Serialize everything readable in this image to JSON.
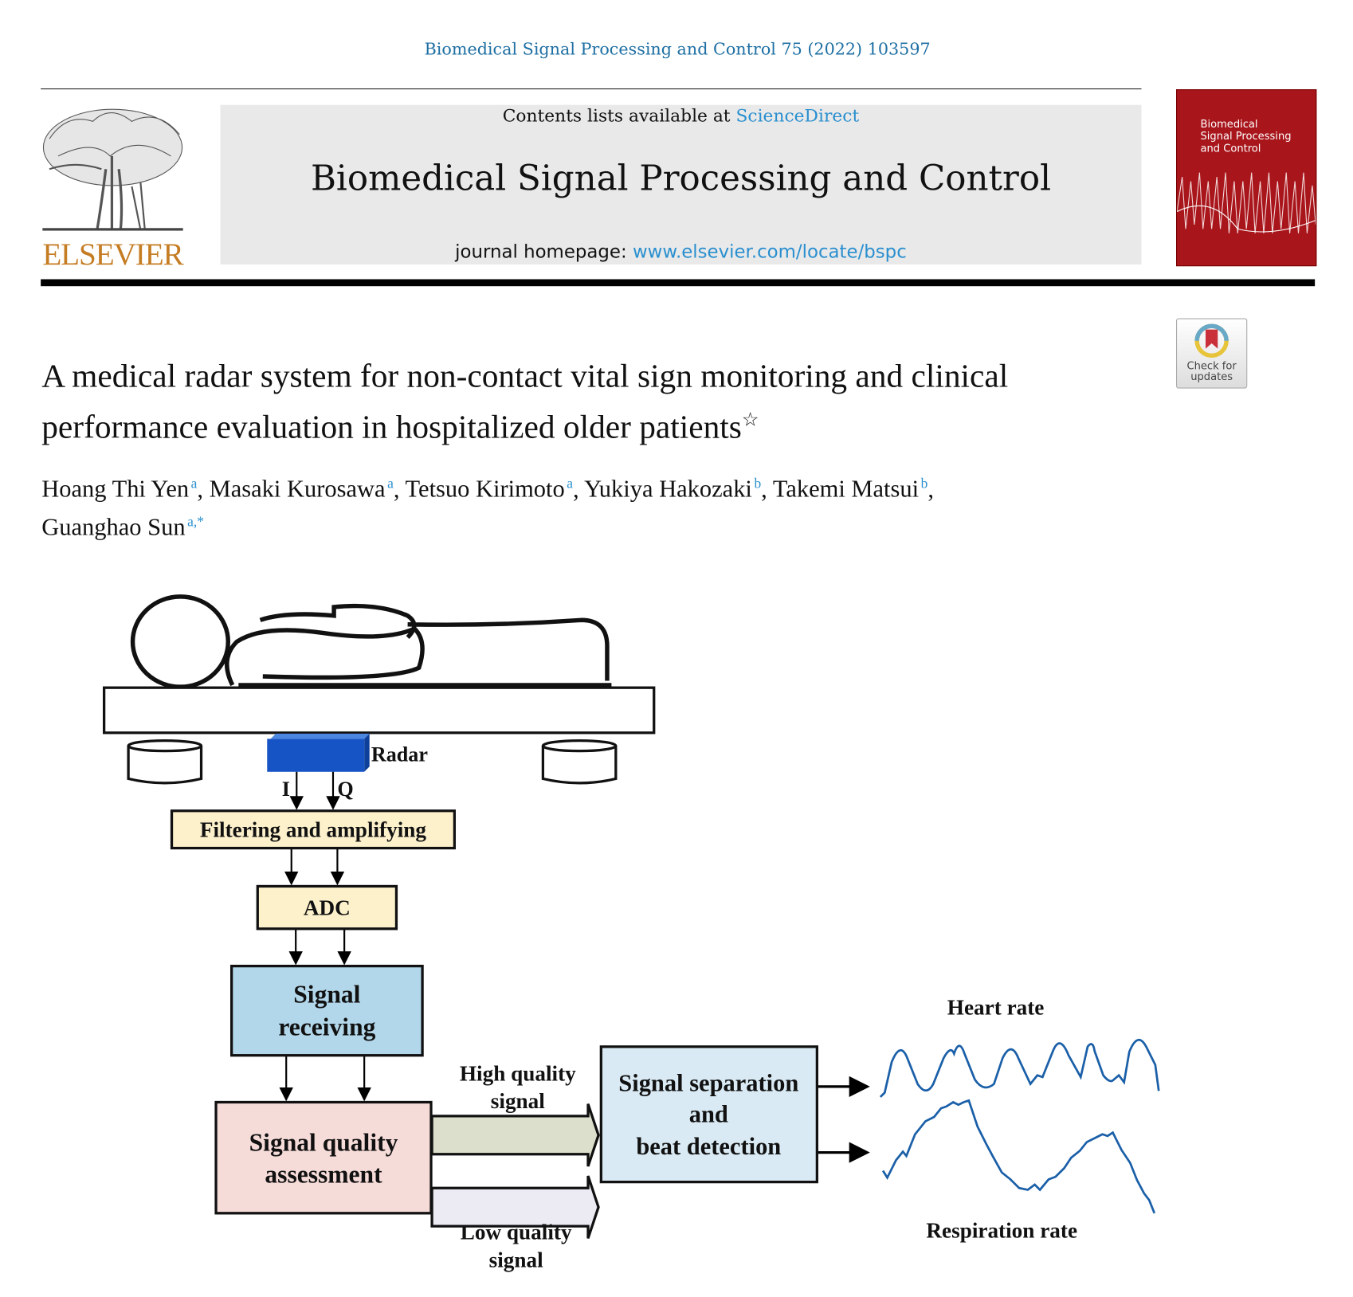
{
  "header": {
    "journal_reference": "Biomedical Signal Processing and Control 75 (2022) 103597",
    "contents_prefix": "Contents lists available at ",
    "contents_link": "ScienceDirect",
    "journal_title": "Biomedical Signal Processing and Control",
    "homepage_prefix": "journal homepage: ",
    "homepage_link": "www.elsevier.com/locate/bspc",
    "publisher_logo": "ELSEVIER",
    "cover_title": [
      "Biomedical",
      "Signal Processing",
      "and Control"
    ],
    "check_updates": [
      "Check for",
      "updates"
    ]
  },
  "article": {
    "title_line1": "A medical radar system for non-contact vital sign monitoring and clinical",
    "title_line2": "performance evaluation in hospitalized older patients",
    "title_mark": "☆",
    "authors": [
      {
        "name": "Hoang Thi Yen",
        "aff": "a"
      },
      {
        "name": "Masaki Kurosawa",
        "aff": "a"
      },
      {
        "name": "Tetsuo Kirimoto",
        "aff": "a"
      },
      {
        "name": "Yukiya Hakozaki",
        "aff": "b"
      },
      {
        "name": "Takemi Matsui",
        "aff": "b"
      },
      {
        "name": "Guanghao Sun",
        "aff": "a,*"
      }
    ]
  },
  "figure": {
    "radar": "Radar",
    "i_label": "I",
    "q_label": "Q",
    "filtering": "Filtering and amplifying",
    "adc": "ADC",
    "signal_receiving": [
      "Signal",
      "receiving"
    ],
    "quality_assessment": [
      "Signal quality",
      "assessment"
    ],
    "high_quality": [
      "High quality",
      "signal"
    ],
    "low_quality": [
      "Low quality",
      "signal"
    ],
    "separation": [
      "Signal separation",
      "and",
      "beat detection"
    ],
    "heart_rate": "Heart rate",
    "respiration_rate": "Respiration rate",
    "colors": {
      "radar": "#1653c4",
      "filter": "#fdf1cc",
      "receiving": "#b3d7ea",
      "assessment": "#f6dcd9",
      "separation": "#d9eaf4",
      "wave": "#1a5fa8"
    }
  }
}
